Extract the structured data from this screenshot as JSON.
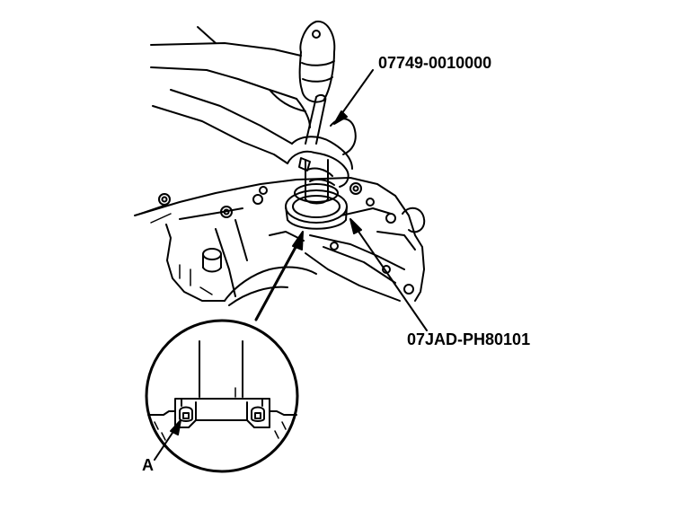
{
  "labels": {
    "tool_1": "07749-0010000",
    "tool_2": "07JAD-PH80101",
    "callout_a": "A"
  },
  "colors": {
    "ink": "#000000",
    "paper": "#ffffff"
  }
}
